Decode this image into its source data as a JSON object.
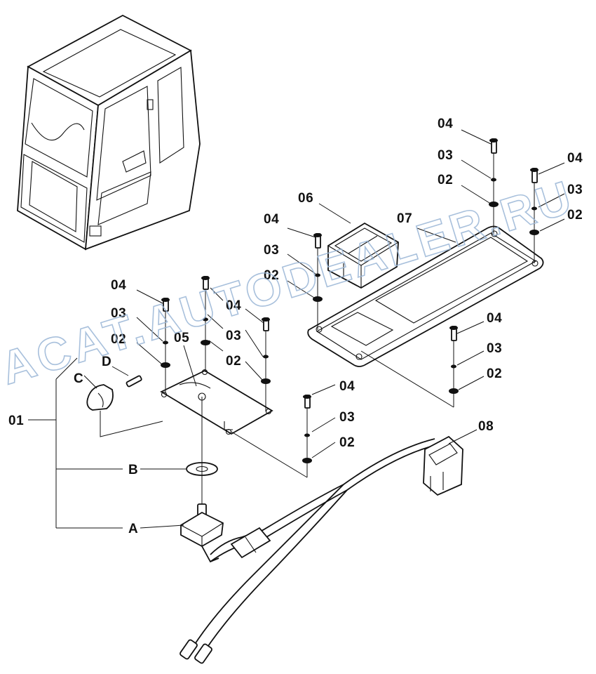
{
  "watermark": "ACAT.AUTODEALER.RU",
  "labels": {
    "p01": "01",
    "p02": "02",
    "p03": "03",
    "p04": "04",
    "p05": "05",
    "p06": "06",
    "p07": "07",
    "p08": "08",
    "A": "A",
    "B": "B",
    "C": "C",
    "D": "D"
  }
}
